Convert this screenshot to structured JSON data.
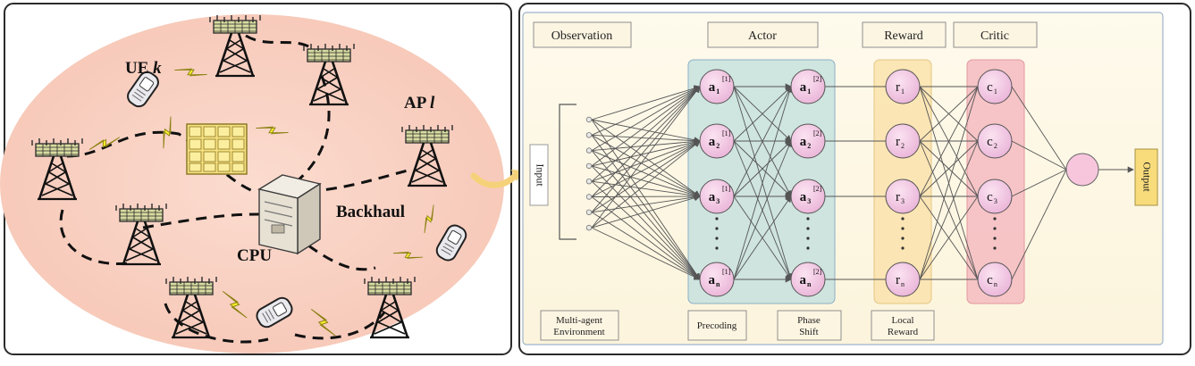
{
  "network": {
    "ue_label_prefix": "UE",
    "ue_label_var": "k",
    "ap_label_prefix": "AP",
    "ap_label_var": "l",
    "backhaul_label": "Backhaul",
    "cpu_label": "CPU",
    "icons": [
      "antenna-tower-icon",
      "mobile-phone-icon",
      "server-cpu-icon",
      "ris-panel-icon",
      "lightning-icon"
    ]
  },
  "net": {
    "headers": {
      "observation": "Observation",
      "actor": "Actor",
      "reward": "Reward",
      "critic": "Critic"
    },
    "input_label": "Input",
    "output_label": "Output",
    "actor1_nodes": [
      {
        "base": "a",
        "sub": "1",
        "sup": "[1]"
      },
      {
        "base": "a",
        "sub": "2",
        "sup": "[1]"
      },
      {
        "base": "a",
        "sub": "3",
        "sup": "[1]"
      },
      {
        "base": "a",
        "sub": "n",
        "sup": "[1]"
      }
    ],
    "actor2_nodes": [
      {
        "base": "a",
        "sub": "1",
        "sup": "[2]"
      },
      {
        "base": "a",
        "sub": "2",
        "sup": "[2]"
      },
      {
        "base": "a",
        "sub": "3",
        "sup": "[2]"
      },
      {
        "base": "a",
        "sub": "n",
        "sup": "[2]"
      }
    ],
    "reward_nodes": [
      {
        "base": "r",
        "sub": "1"
      },
      {
        "base": "r",
        "sub": "2"
      },
      {
        "base": "r",
        "sub": "3"
      },
      {
        "base": "r",
        "sub": "n"
      }
    ],
    "critic_nodes": [
      {
        "base": "c",
        "sub": "1"
      },
      {
        "base": "c",
        "sub": "2"
      },
      {
        "base": "c",
        "sub": "3"
      },
      {
        "base": "c",
        "sub": "n"
      }
    ],
    "bottom_labels": {
      "env": [
        "Multi-agent",
        "Environment"
      ],
      "precoding": "Precoding",
      "phase": [
        "Phase",
        "Shift"
      ],
      "local_reward": [
        "Local",
        "Reward"
      ]
    },
    "colors": {
      "panel_bg": "#fdf7e4",
      "actor_bg": "#cde6e0",
      "reward_bg": "#fbe6b4",
      "critic_bg": "#f7c1c5",
      "node_fill": "#f3c9e4",
      "net_bg": "#f8d1c4"
    }
  }
}
